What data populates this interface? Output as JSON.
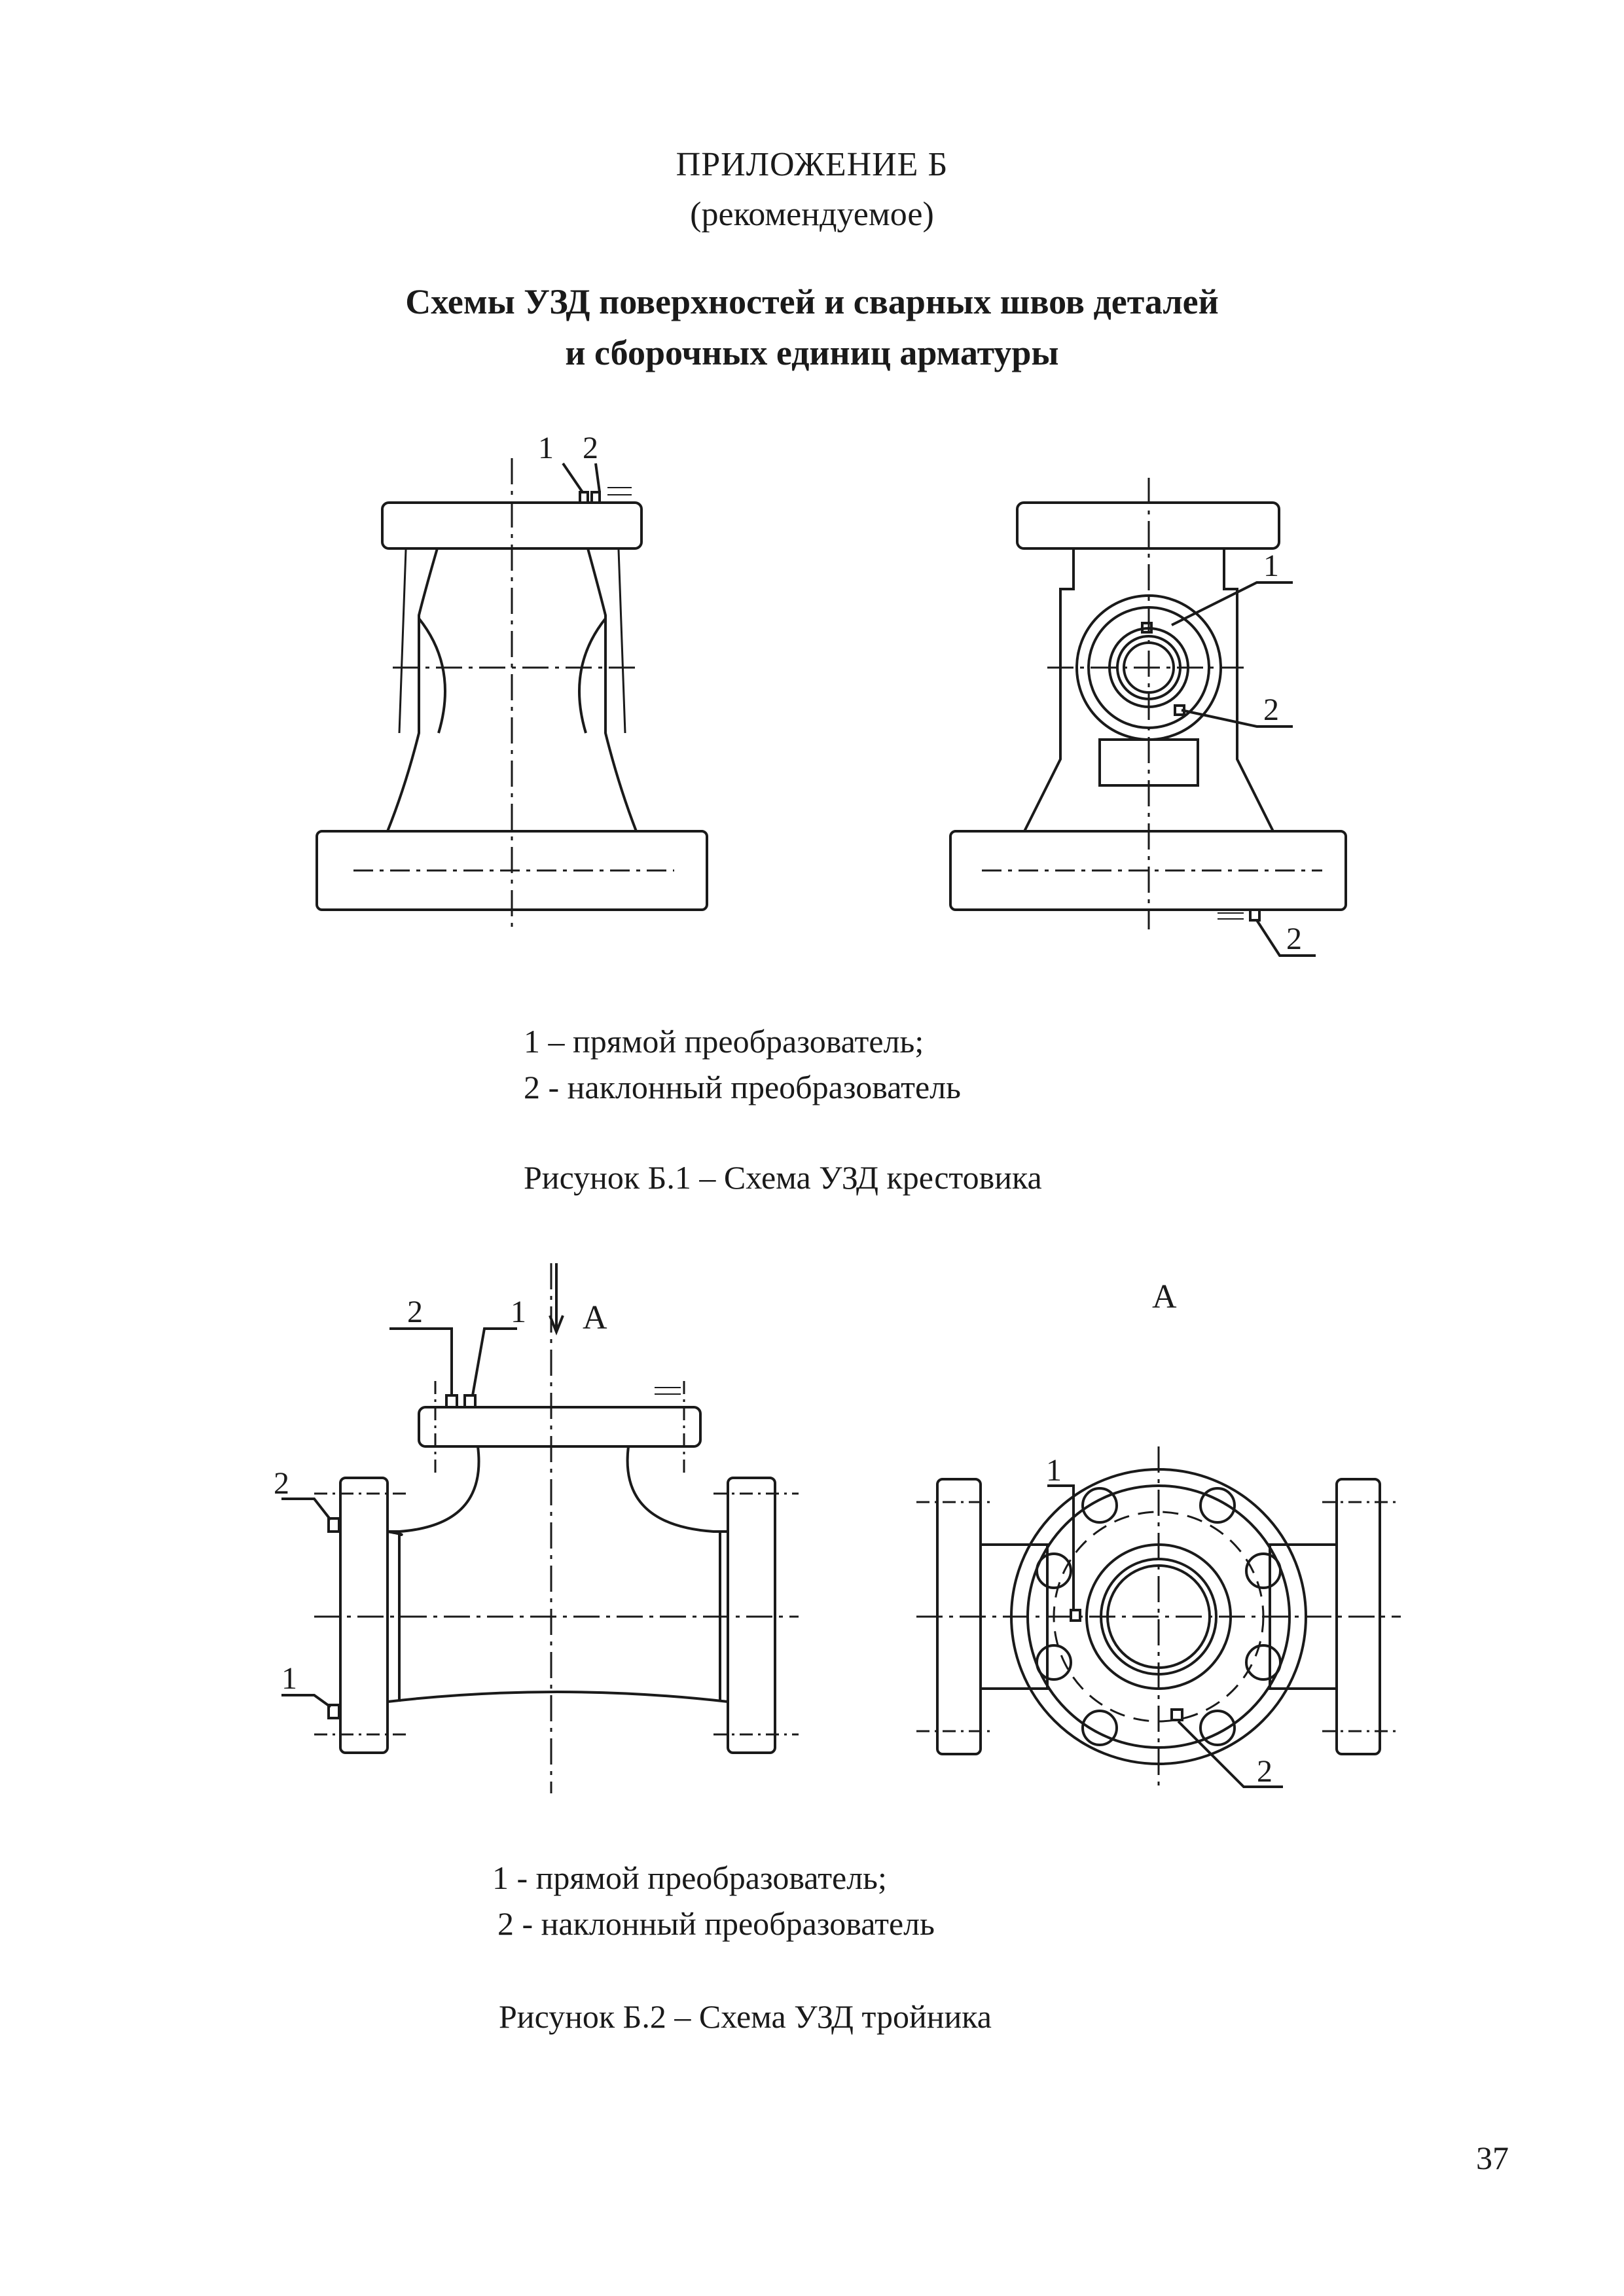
{
  "header": {
    "appendix_title": "ПРИЛОЖЕНИЕ Б",
    "appendix_note": "(рекомендуемое)",
    "title_line1": "Схемы УЗД поверхностей  и сварных швов деталей",
    "title_line2": "и сборочных единиц арматуры"
  },
  "figure1": {
    "legend_1": "1 – прямой преобразователь;",
    "legend_2": "2 -  наклонный преобразователь",
    "caption": "Рисунок Б.1 – Схема УЗД крестовика",
    "callouts": {
      "left_label_1": "1",
      "left_label_2": "2",
      "right_label_1": "1",
      "right_label_2": "2",
      "right_bottom_label_2": "2"
    }
  },
  "figure2": {
    "legend_1": "1 -  прямой преобразователь;",
    "legend_2": "2 -  наклонный преобразователь",
    "caption": "Рисунок Б.2 – Схема УЗД тройника",
    "view_label_left": "А",
    "view_label_right": "А",
    "callouts": {
      "top_label_2": "2",
      "top_label_1": "1",
      "side_label_2": "2",
      "side_label_1": "1",
      "right_label_1": "1",
      "right_label_2": "2"
    }
  },
  "page_number": "37"
}
